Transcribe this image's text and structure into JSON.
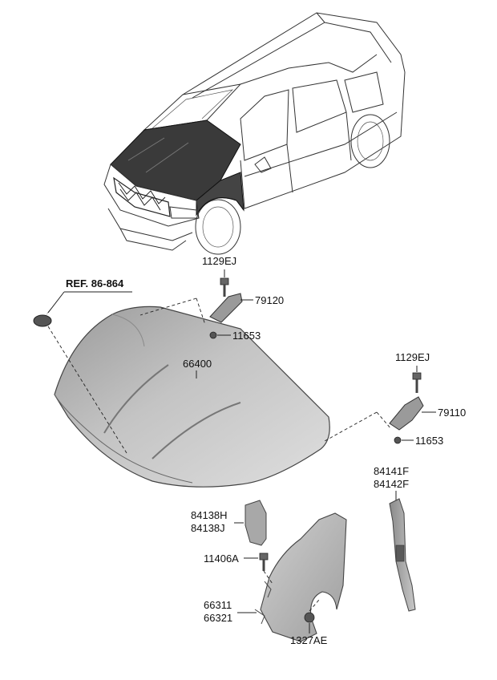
{
  "parts": {
    "ref": "REF. 86-864",
    "bolt_top": "1129EJ",
    "hinge_left": "79120",
    "nut_left": "11653",
    "hood": "66400",
    "bolt_right": "1129EJ",
    "hinge_right": "79110",
    "nut_right": "11653",
    "fender_garnish_1": "84141F",
    "fender_garnish_2": "84142F",
    "insulator_1": "84138H",
    "insulator_2": "84138J",
    "fender_bolt": "11406A",
    "fender_1": "66311",
    "fender_2": "66321",
    "fender_nut": "1327AE"
  },
  "colors": {
    "line": "#222222",
    "part_fill": "#b8b8b8",
    "part_dark": "#8f8f8f"
  }
}
